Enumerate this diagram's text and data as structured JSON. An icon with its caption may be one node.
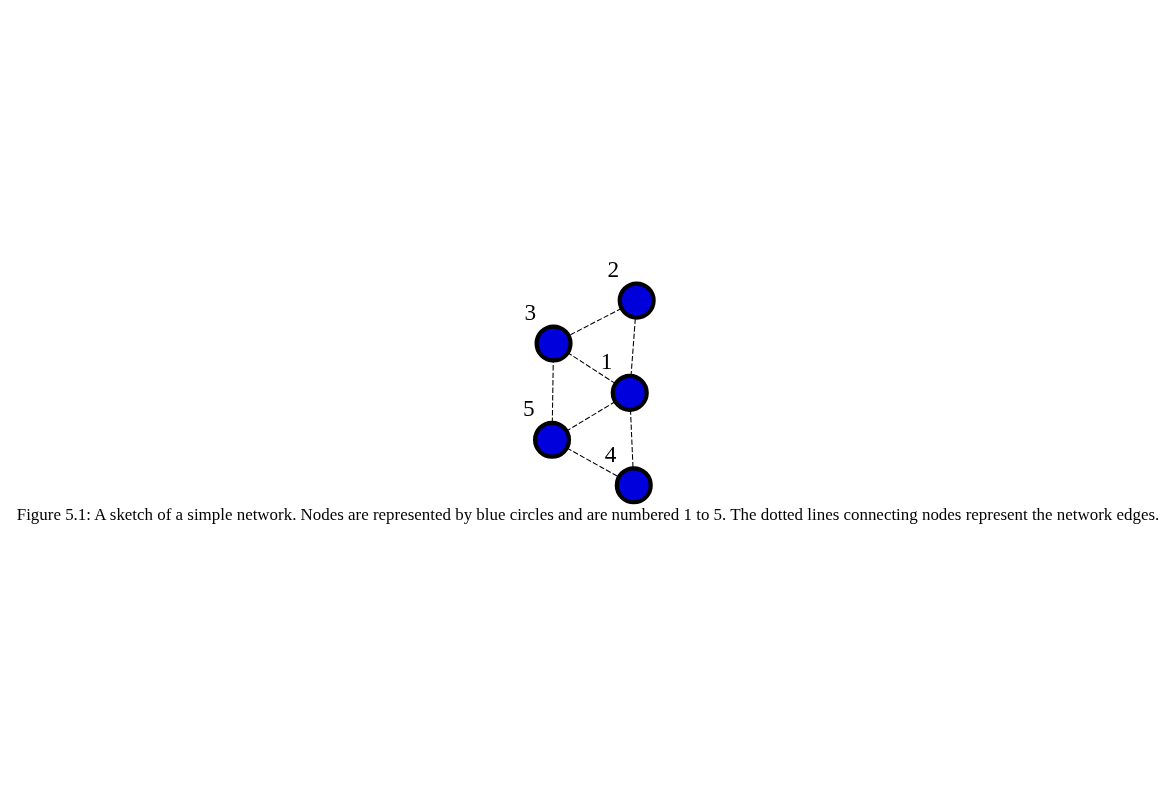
{
  "diagram": {
    "caption": "Figure 5.1: A sketch of a simple network. Nodes are represented by blue circles and are numbered 1 to 5. The dotted lines connecting nodes represent the network edges.",
    "nodes": [
      {
        "text": [],
        "shape": "circle",
        "beside": [
          "1"
        ]
      },
      {
        "text": [],
        "shape": "circle",
        "beside": [
          "2"
        ]
      },
      {
        "text": [],
        "shape": "circle",
        "beside": [
          "5"
        ]
      },
      {
        "text": [],
        "shape": "circle",
        "beside": [
          "3"
        ]
      },
      {
        "text": [],
        "shape": "circle",
        "beside": [
          "4"
        ]
      }
    ],
    "edges": [
      {
        "from": 0,
        "to": 1,
        "arrow": "none",
        "style": "dashed"
      },
      {
        "from": 0,
        "to": 2,
        "arrow": "none",
        "style": "dashed"
      },
      {
        "from": 0,
        "to": 4,
        "arrow": "none",
        "style": "dashed"
      },
      {
        "from": 0,
        "to": 3,
        "arrow": "none",
        "style": "dashed"
      },
      {
        "from": 1,
        "to": 3,
        "arrow": "none",
        "style": "dashed"
      },
      {
        "from": 2,
        "to": 4,
        "arrow": "none",
        "style": "dashed"
      },
      {
        "from": 2,
        "to": 3,
        "arrow": "none",
        "style": "dashed"
      }
    ]
  }
}
